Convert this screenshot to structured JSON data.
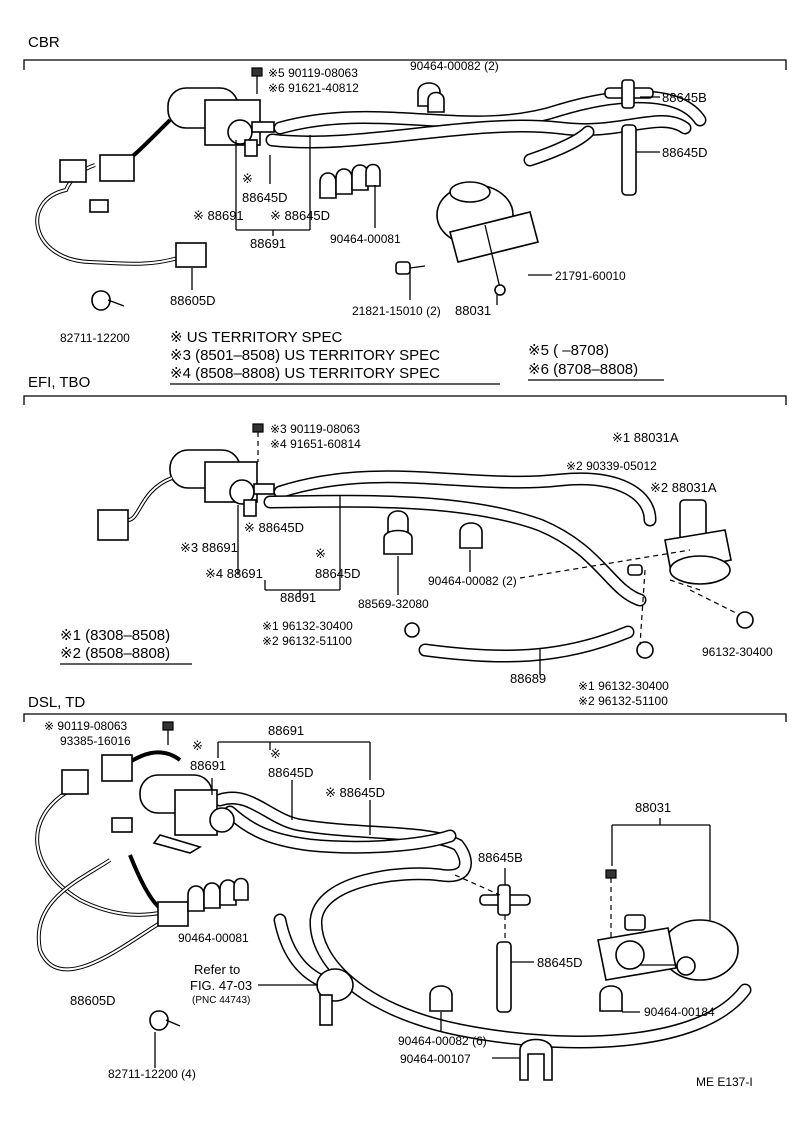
{
  "sections": {
    "cbr": {
      "title": "CBR",
      "labels": {
        "n5": "※5 90119-08063",
        "n6": "※6 91621-40812",
        "clip_top": "90464-00082 (2)",
        "p88645B": "88645B",
        "p88645D_right": "88645D",
        "mark1": "※",
        "p88645D_a": "88645D",
        "p88691_a": "※ 88691",
        "p88645D_b": "※ 88645D",
        "p88691": "88691",
        "clip_81": "90464-00081",
        "p21791": "21791-60010",
        "p21821": "21821-15010 (2)",
        "p88031": "88031",
        "p88605D": "88605D",
        "p82711": "82711-12200"
      },
      "notes": {
        "n0": "※  US TERRITORY SPEC",
        "n3": "※3 (8501–8508) US TERRITORY SPEC",
        "n4": "※4 (8508–8808) US TERRITORY SPEC",
        "n5": "※5 (      –8708)",
        "n6": "※6 (8708–8808)"
      }
    },
    "efi": {
      "title": "EFI, TBO",
      "labels": {
        "n3": "※3 90119-08063",
        "n4": "※4 91651-60814",
        "p88031A_1": "※1 88031A",
        "p90339": "※2 90339-05012",
        "p88031A_2": "※2 88031A",
        "p88645D_a": "※ 88645D",
        "p88691_3": "※3 88691",
        "mark": "※",
        "p88691_4": "※4 88691",
        "p88645D_b": "88645D",
        "p88691": "88691",
        "p88569": "88569-32080",
        "clip_82": "90464-00082 (2)",
        "h1a": "※1 96132-30400",
        "h1b": "※2 96132-51100",
        "p96132_r": "96132-30400",
        "p88689": "88689",
        "h2a": "※1 96132-30400",
        "h2b": "※2 96132-51100"
      },
      "notes": {
        "n1": "※1 (8308–8508)",
        "n2": "※2 (8508–8808)"
      }
    },
    "dsl": {
      "title": "DSL, TD",
      "labels": {
        "p90119": "※ 90119-08063",
        "p93385": "93385-16016",
        "p88691_top": "88691",
        "mark": "※",
        "p88691": "88691",
        "mark2": "※",
        "p88645D_a": "88645D",
        "p88645D_b": "※ 88645D",
        "p88031": "88031",
        "p88645B": "88645B",
        "clip_81": "90464-00081",
        "refer1": "Refer to",
        "refer2": "FIG. 47-03",
        "refer3": "(PNC 44743)",
        "p88645D_c": "88645D",
        "clip_184": "90464-00184",
        "p88605D": "88605D",
        "clip_82": "90464-00082 (6)",
        "clip_107": "90464-00107",
        "p82711": "82711-12200 (4)"
      }
    }
  },
  "footer": "ME  E137-I"
}
